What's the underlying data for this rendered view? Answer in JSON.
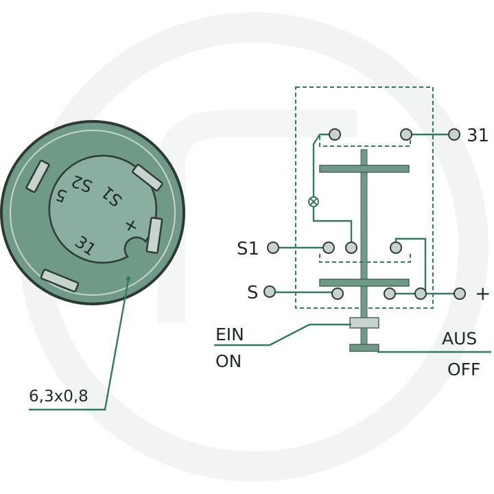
{
  "colors": {
    "connector_outer": "#6f9a88",
    "connector_inner": "#8aaea0",
    "wire": "#2f7a5e",
    "terminal": "#c9d3ce",
    "text": "#1e2a24",
    "watermark": "#f1f4f2"
  },
  "connector": {
    "pin_labels": {
      "s2": "S2",
      "s1": "S1",
      "pin5": "5",
      "plus": "+",
      "pin31": "31"
    },
    "dimension_label": "6,3x0,8"
  },
  "schematic": {
    "terminal_31": "31",
    "terminal_s1": "S1",
    "terminal_s": "S",
    "terminal_plus": "+",
    "on_label_de": "EIN",
    "on_label_en": "ON",
    "off_label_de": "AUS",
    "off_label_en": "OFF"
  }
}
